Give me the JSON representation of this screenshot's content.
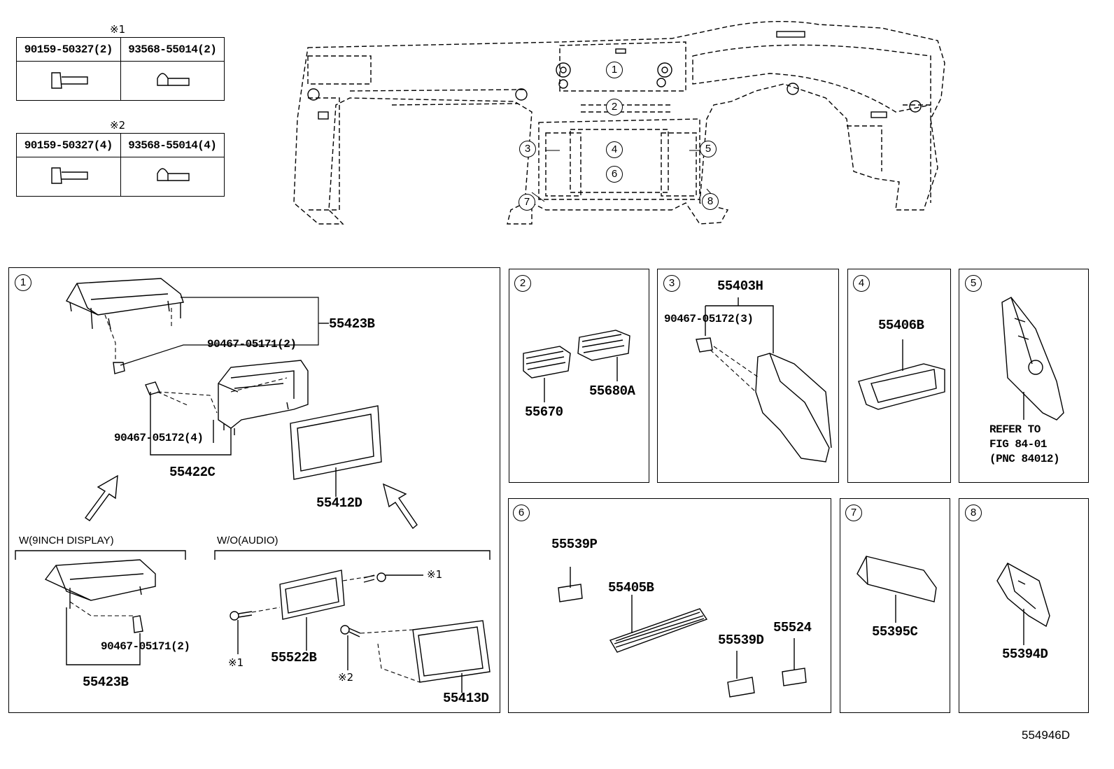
{
  "fastener_tables": [
    {
      "mark": "※1",
      "cells": [
        "90159-50327(2)",
        "93568-55014(2)"
      ]
    },
    {
      "mark": "※2",
      "cells": [
        "90159-50327(4)",
        "93568-55014(4)"
      ]
    }
  ],
  "overview_callouts": [
    "1",
    "2",
    "3",
    "4",
    "5",
    "6",
    "7",
    "8"
  ],
  "panel1": {
    "num": "1",
    "parts": [
      "55423B",
      "90467-05171(2)",
      "90467-05172(4)",
      "55422C",
      "55412D"
    ],
    "sub_w9": {
      "title": "W(9INCH DISPLAY)",
      "parts": [
        "90467-05171(2)",
        "55423B"
      ]
    },
    "sub_wo": {
      "title": "W/O(AUDIO)",
      "parts": [
        "55522B",
        "55413D"
      ],
      "marks": [
        "※1",
        "※1",
        "※2"
      ]
    }
  },
  "panel2": {
    "num": "2",
    "parts": [
      "55670",
      "55680A"
    ]
  },
  "panel3": {
    "num": "3",
    "parts": [
      "55403H",
      "90467-05172(3)"
    ]
  },
  "panel4": {
    "num": "4",
    "parts": [
      "55406B"
    ]
  },
  "panel5": {
    "num": "5",
    "refer": [
      "REFER TO",
      "FIG 84-01",
      "(PNC 84012)"
    ]
  },
  "panel6": {
    "num": "6",
    "parts": [
      "55539P",
      "55405B",
      "55539D",
      "55524"
    ]
  },
  "panel7": {
    "num": "7",
    "parts": [
      "55395C"
    ]
  },
  "panel8": {
    "num": "8",
    "parts": [
      "55394D"
    ]
  },
  "illustration_id": "554946D"
}
